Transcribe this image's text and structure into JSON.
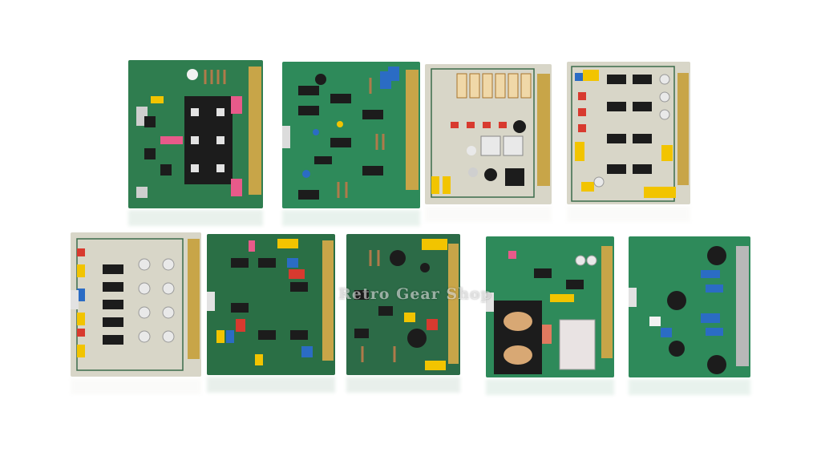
{
  "watermark": "Retro Gear Shop",
  "colors": {
    "pcb_green": "#2f7d4f",
    "pcb_dark": "#1f5a3a",
    "pcb_cream": "#d8d6c8",
    "gold": "#c8a548",
    "chip": "#1c1c1c",
    "resistor": "#b07a4a",
    "cap_yellow": "#f2c400",
    "cap_blue": "#2b6cc4",
    "cap_red": "#d83a2f",
    "cap_pink": "#e85a8a"
  },
  "boards": [
    {
      "id": "b1",
      "color": "green",
      "heatsink": true
    },
    {
      "id": "b2",
      "color": "green"
    },
    {
      "id": "b3",
      "color": "cream"
    },
    {
      "id": "b4",
      "color": "cream"
    },
    {
      "id": "b5",
      "color": "cream"
    },
    {
      "id": "b6",
      "color": "green"
    },
    {
      "id": "b7",
      "color": "green"
    },
    {
      "id": "b8",
      "color": "green",
      "relay": true
    },
    {
      "id": "b9",
      "color": "green",
      "heatsinks": true
    }
  ]
}
